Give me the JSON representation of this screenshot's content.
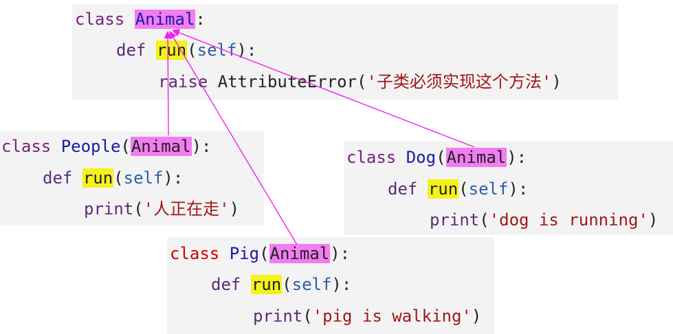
{
  "animal": {
    "kw_class": "class",
    "name": "Animal",
    "colon": ":",
    "kw_def": "def",
    "method": "run",
    "open_paren": "(",
    "self": "self",
    "close_colon": "):",
    "kw_raise": "raise",
    "exception": "AttributeError",
    "string": "'子类必须实现这个方法'",
    "close": ")"
  },
  "people": {
    "kw_class": "class",
    "name": "People",
    "open_paren": "(",
    "base": "Animal",
    "close_colon": "):",
    "kw_def": "def",
    "method": "run",
    "self": "self",
    "fn_print": "print",
    "string": "'人正在走'",
    "close": ")"
  },
  "dog": {
    "kw_class": "class",
    "name": "Dog",
    "open_paren": "(",
    "base": "Animal",
    "close_colon": "):",
    "kw_def": "def",
    "method": "run",
    "self": "self",
    "fn_print": "print",
    "string": "'dog is running'",
    "close": ")"
  },
  "pig": {
    "kw_class": "class",
    "name": "Pig",
    "open_paren": "(",
    "base": "Animal",
    "close_colon": "):",
    "kw_def": "def",
    "method": "run",
    "self": "self",
    "fn_print": "print",
    "string": "'pig is walking'",
    "close": ")"
  },
  "colors": {
    "arrow": "#ee22ee",
    "base_highlight": "#f27cf2",
    "method_highlight": "#f4f21b",
    "block_background": "#f3f3f3"
  }
}
